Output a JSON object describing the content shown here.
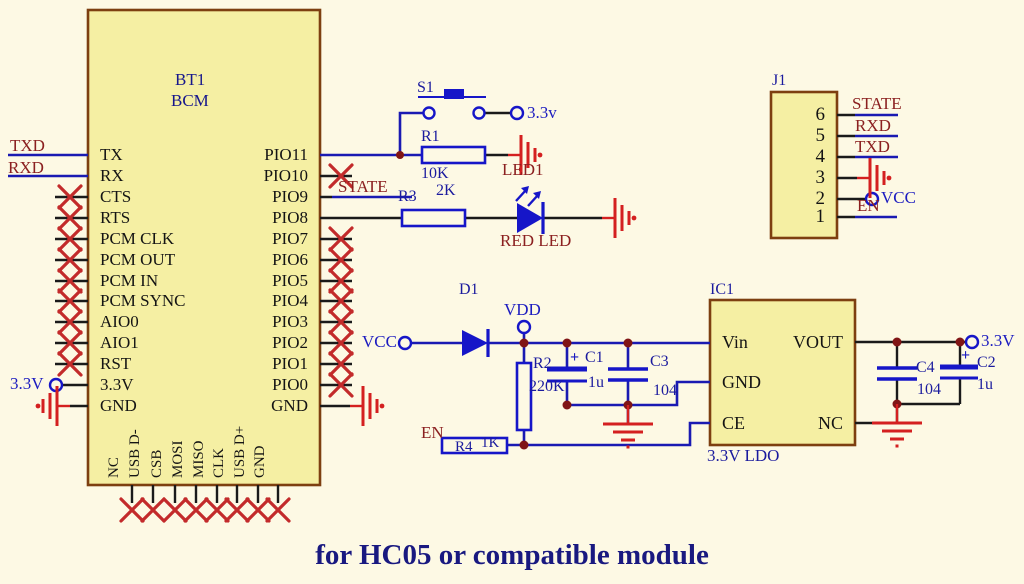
{
  "title": "for HC05 or compatible module",
  "bt1": {
    "ref": "BT1",
    "part": "BCM",
    "left_pins": [
      "TX",
      "RX",
      "CTS",
      "RTS",
      "PCM CLK",
      "PCM OUT",
      "PCM IN",
      "PCM SYNC",
      "AIO0",
      "AIO1",
      "RST",
      "3.3V",
      "GND"
    ],
    "right_pins": [
      "PIO11",
      "PIO10",
      "PIO9",
      "PIO8",
      "PIO7",
      "PIO6",
      "PIO5",
      "PIO4",
      "PIO3",
      "PIO2",
      "PIO1",
      "PIO0",
      "GND"
    ],
    "bottom_pins": [
      "NC",
      "USB D-",
      "CSB",
      "MOSI",
      "MISO",
      "CLK",
      "USB D+",
      "GND"
    ]
  },
  "ic1": {
    "ref": "IC1",
    "subtitle": "3.3V LDO",
    "vin": "Vin",
    "gnd": "GND",
    "ce": "CE",
    "vout": "VOUT",
    "nc": "NC"
  },
  "j1": {
    "ref": "J1",
    "numbers": [
      "6",
      "5",
      "4",
      "3",
      "2",
      "1"
    ],
    "net_state": "STATE",
    "net_rxd": "RXD",
    "net_txd": "TXD",
    "net_vcc": "VCC",
    "net_en": "EN"
  },
  "parts": {
    "s1": "S1",
    "r1": "R1",
    "r1_value": "10K",
    "r3": "R3",
    "r3_value": "2K",
    "d1": "D1",
    "r2": "R2",
    "r2_value": "220K",
    "c1": "C1",
    "c1_value": "1u",
    "c3": "C3",
    "c3_value": "104",
    "r4": "R4",
    "r4_value": "1K",
    "c4": "C4",
    "c4_value": "104",
    "c2": "C2",
    "c2_value": "1u",
    "plus": "+"
  },
  "nets": {
    "txd": "TXD",
    "rxd": "RXD",
    "state": "STATE",
    "led1": "LED1",
    "red_led": "RED LED",
    "en": "EN"
  },
  "power": {
    "s1_rail": "3.3v",
    "left_rail": "3.3V",
    "vcc_in": "VCC",
    "vdd": "VDD",
    "j1_vcc": "VCC",
    "out_rail": "3.3V"
  },
  "colors": {
    "background": "#fdf9e4",
    "component_fill": "#f5efa3",
    "component_border": "#7d3f10",
    "wire_blue": "#1a1ab2",
    "wire_black": "#1a1a1a",
    "component_blue": "#1616c8",
    "net_label_red": "#8b2020",
    "power_label_blue": "#1c1cc0",
    "ground_red": "#d42020",
    "junction_dot": "#801515",
    "title_blue": "#191980"
  }
}
